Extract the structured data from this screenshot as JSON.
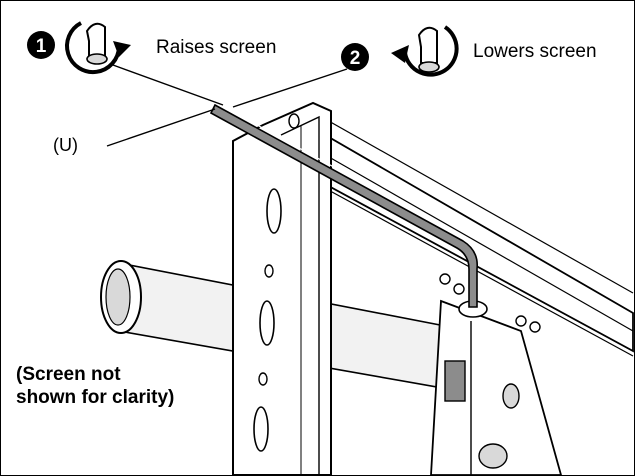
{
  "steps": [
    {
      "number": "1",
      "label": "Raises screen",
      "icon": "rotate-clockwise-icon"
    },
    {
      "number": "2",
      "label": "Lowers screen",
      "icon": "rotate-counterclockwise-icon"
    }
  ],
  "part_label": "(U)",
  "note": "(Screen not shown for clarity)",
  "colors": {
    "line": "#000000",
    "fill": "#ffffff",
    "shade": "#d9d9d9",
    "dark_shade": "#8c8c8c"
  }
}
